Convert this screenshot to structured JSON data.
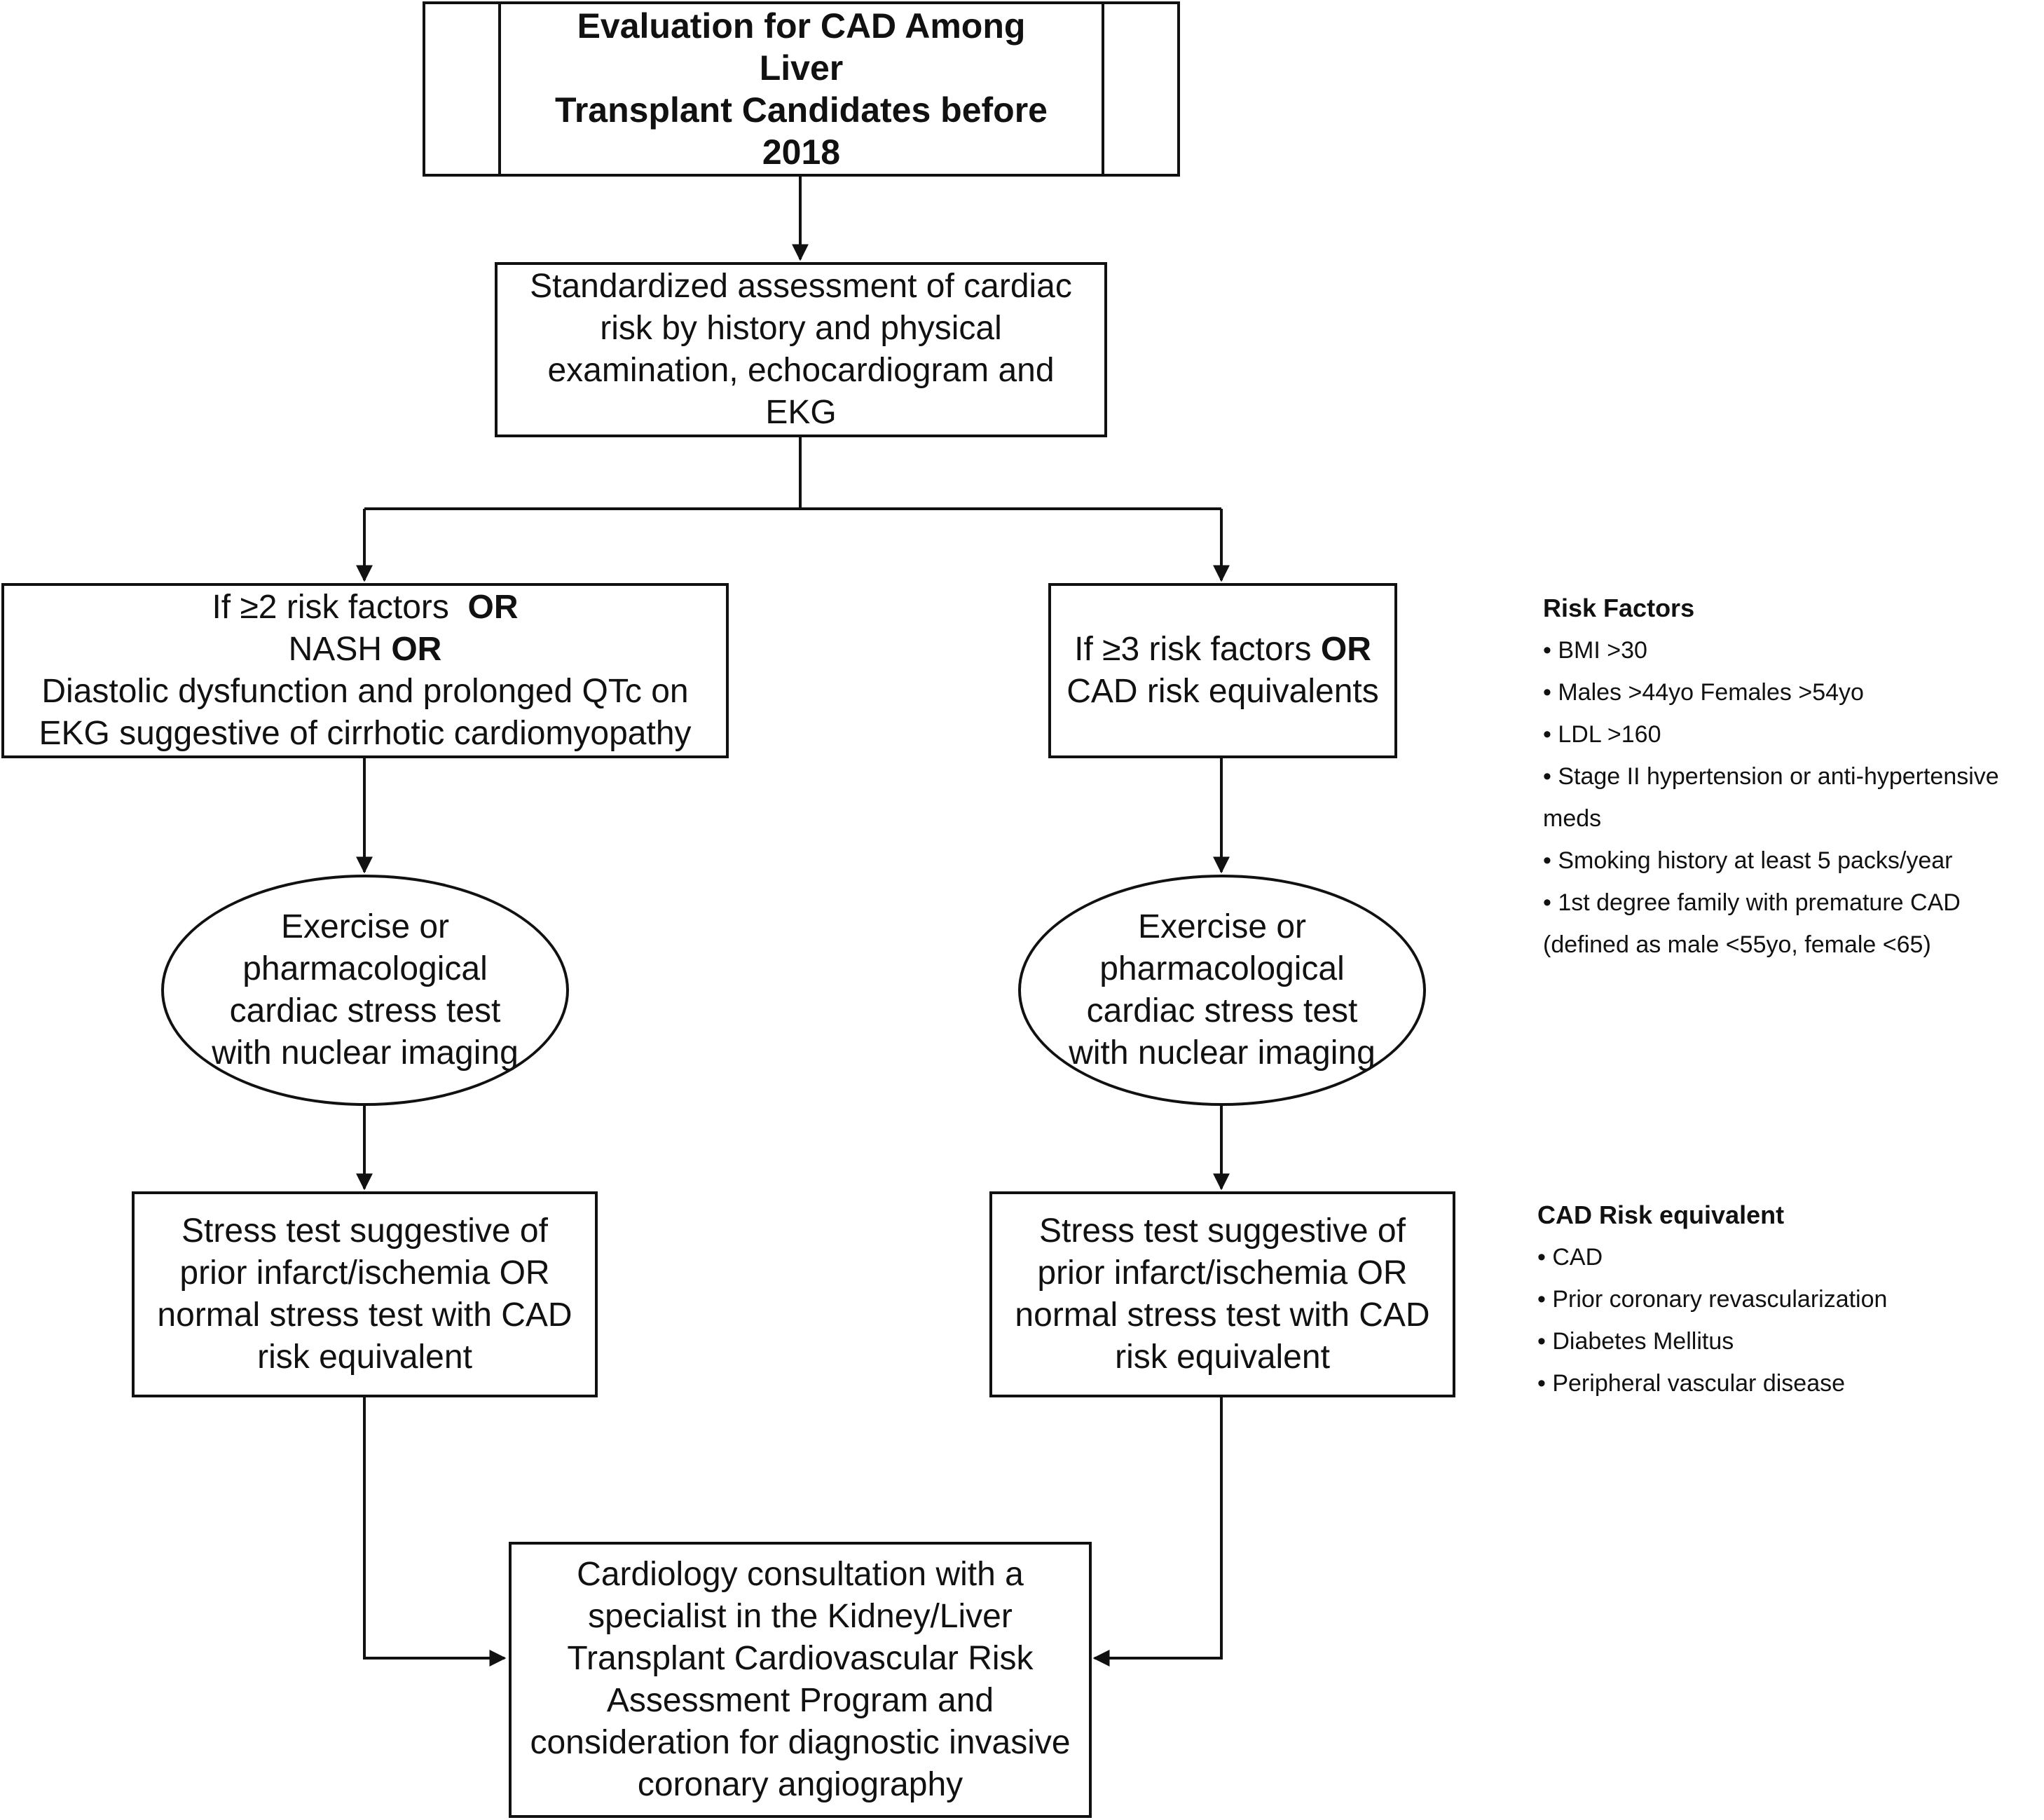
{
  "title_box": {
    "line1": "Evaluation for CAD Among Liver",
    "line2": "Transplant Candidates before 2018"
  },
  "assessment_box": {
    "text": "Standardized assessment of cardiac risk by history and physical examination, echocardiogram and EKG"
  },
  "left_criteria_box": {
    "line1": "If ≥2 risk factors",
    "line1_or": "OR",
    "line2": "NASH",
    "line2_or": "OR",
    "line3": "Diastolic dysfunction and prolonged QTc on EKG suggestive of cirrhotic cardiomyopathy"
  },
  "right_criteria_box": {
    "line1": "If ≥3 risk factors",
    "line1_or": "OR",
    "line2": "CAD risk equivalents"
  },
  "left_stress_oval": {
    "text": "Exercise or pharmacological cardiac stress test with nuclear imaging"
  },
  "right_stress_oval": {
    "text": "Exercise or pharmacological cardiac stress test with nuclear imaging"
  },
  "left_result_box": {
    "text": "Stress test suggestive of prior infarct/ischemia OR normal stress test with CAD risk equivalent"
  },
  "right_result_box": {
    "text": "Stress test suggestive of prior infarct/ischemia OR normal stress test with CAD risk equivalent"
  },
  "consult_box": {
    "text": "Cardiology consultation with a specialist in the Kidney/Liver Transplant Cardiovascular Risk Assessment Program and consideration for diagnostic invasive coronary angiography"
  },
  "risk_factors": {
    "heading": "Risk Factors",
    "items": [
      "• BMI >30",
      "• Males >44yo Females >54yo",
      "• LDL >160",
      "• Stage II hypertension or anti-hypertensive meds",
      "• Smoking history at least 5 packs/year",
      "• 1st degree family with premature CAD (defined as male <55yo, female <65)"
    ]
  },
  "cad_risk_equivalent": {
    "heading": "CAD Risk equivalent",
    "items": [
      "• CAD",
      "• Prior coronary revascularization",
      "• Diabetes Mellitus",
      "• Peripheral vascular disease"
    ]
  }
}
